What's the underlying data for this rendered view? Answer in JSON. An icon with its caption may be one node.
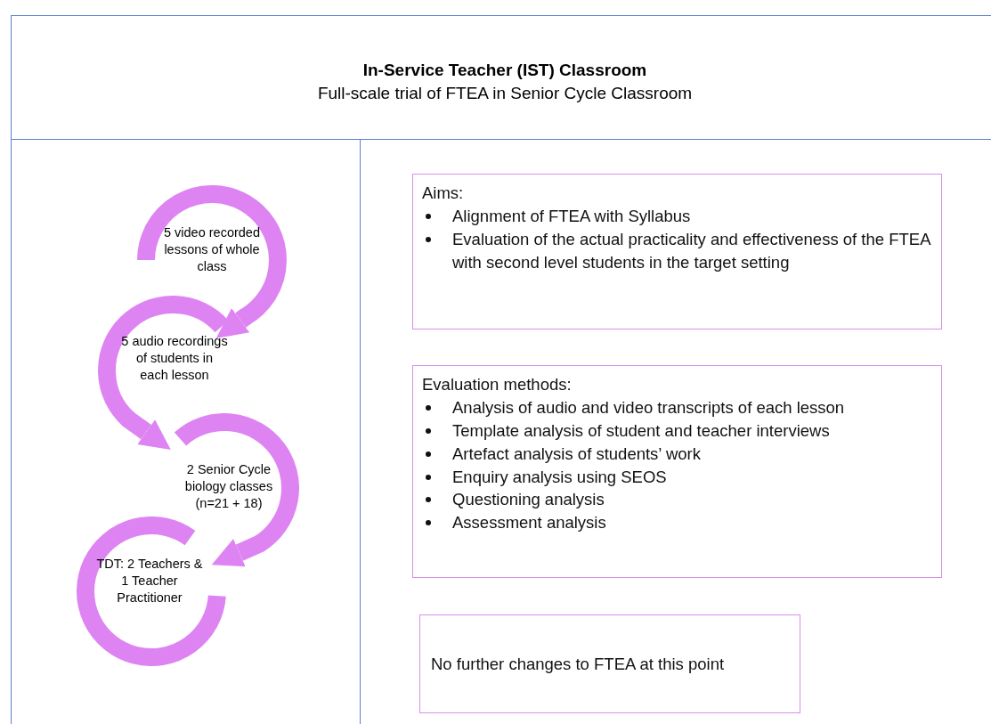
{
  "diagram": {
    "nodes": [
      {
        "text": [
          "In-Service Teacher (IST) Classroom",
          "Full-scale trial of FTEA in Senior Cycle Classroom"
        ]
      },
      {
        "text": [
          "5 video recorded lessons of whole class"
        ]
      },
      {
        "text": [
          "5 audio recordings of students in each lesson"
        ]
      },
      {
        "text": [
          "2 Senior Cycle biology classes (n=21 + 18)"
        ]
      },
      {
        "text": [
          "TDT: 2 Teachers & 1 Teacher Practitioner"
        ]
      },
      {
        "text": [
          "Aims:",
          "Alignment of FTEA with Syllabus",
          "Evaluation of the actual practicality and effectiveness of the FTEA with second level students in the target setting"
        ]
      },
      {
        "text": [
          "Evaluation methods:",
          "Analysis of audio and video transcripts of each lesson",
          "Template analysis of student and teacher  interviews",
          "Artefact analysis of students’ work",
          "Enquiry analysis using SEOS",
          "Questioning analysis",
          "Assessment analysis"
        ]
      },
      {
        "text": [
          "No further changes to FTEA at this point"
        ]
      }
    ],
    "edges": [
      {
        "from": 1,
        "to": 2,
        "arrow": "to"
      },
      {
        "from": 2,
        "to": 3,
        "arrow": "to"
      },
      {
        "from": 3,
        "to": 4,
        "arrow": "to"
      }
    ]
  }
}
